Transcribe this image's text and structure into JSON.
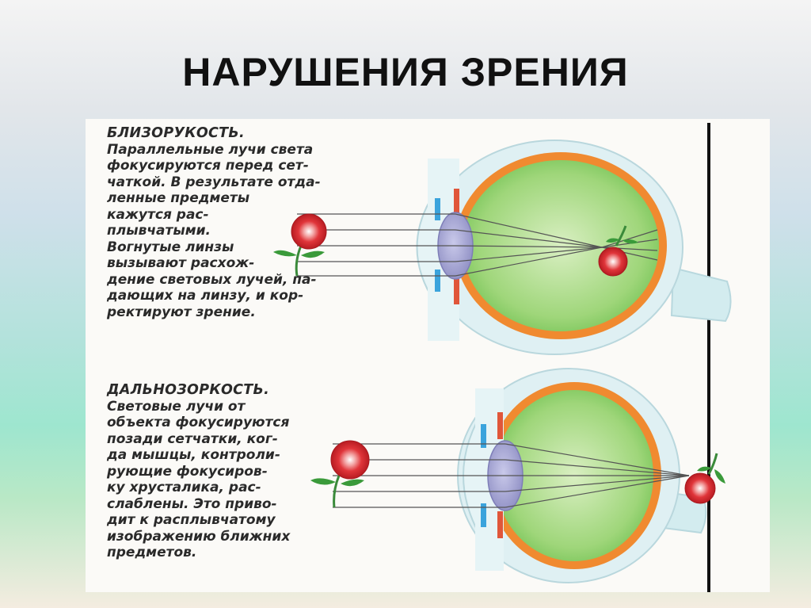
{
  "title": "НАРУШЕНИЯ ЗРЕНИЯ",
  "myopia": {
    "heading": "БЛИЗОРУКОСТЬ.",
    "lines": [
      "Параллельные лучи света",
      "фокусируются перед сет-",
      "чаткой. В результате отда-",
      "ленные предметы",
      "кажутся рас-",
      "плывчатыми.",
      "Вогнутые линзы",
      "вызывают расхож-",
      "дение световых лучей, па-",
      "дающих на линзу, и кор-",
      "ректируют зрение."
    ]
  },
  "hyperopia": {
    "heading": "ДАЛЬНОЗОРКОСТЬ.",
    "lines": [
      "Световые лучи от",
      "объекта фокусируются",
      "позади сетчатки, ког-",
      "да мышцы, контроли-",
      "рующие фокусиров-",
      "ку хрусталика, рас-",
      "слаблены. Это приво-",
      "дит к расплывчатому",
      "изображению ближних",
      "предметов."
    ]
  },
  "colors": {
    "sclera": "#f08a30",
    "vitreous": "#8fcf6a",
    "lens": "#a9a9d6",
    "rose": "#d8262b",
    "cornea": "#d8eef2",
    "iris_blue": "#3aa3dc",
    "iris_red": "#e0563a"
  }
}
